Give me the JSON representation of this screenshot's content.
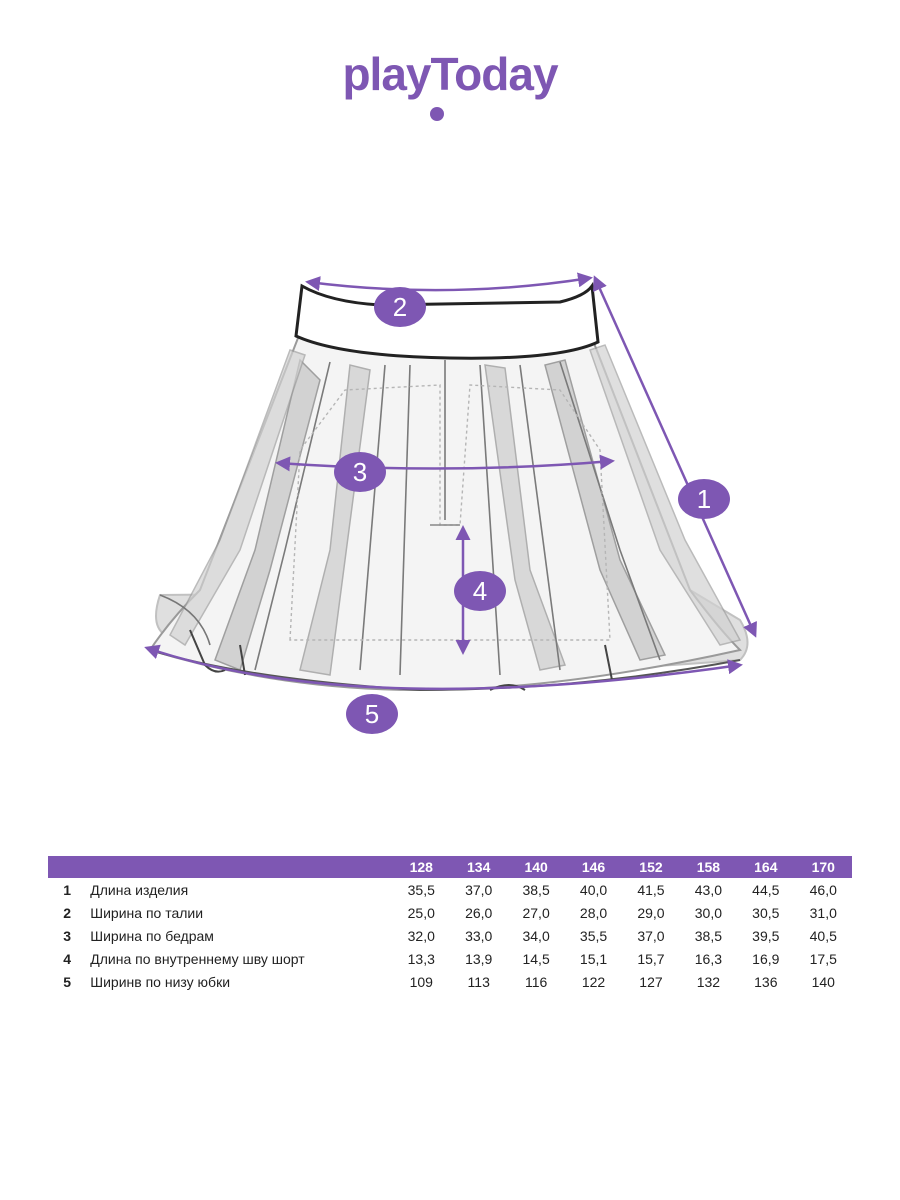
{
  "brand": {
    "name": "playToday",
    "color": "#7e57b3"
  },
  "callouts": [
    "1",
    "2",
    "3",
    "4",
    "5"
  ],
  "table": {
    "sizes": [
      "128",
      "134",
      "140",
      "146",
      "152",
      "158",
      "164",
      "170"
    ],
    "rows": [
      {
        "num": "1",
        "label": "Длина изделия",
        "values": [
          "35,5",
          "37,0",
          "38,5",
          "40,0",
          "41,5",
          "43,0",
          "44,5",
          "46,0"
        ]
      },
      {
        "num": "2",
        "label": "Ширина по талии",
        "values": [
          "25,0",
          "26,0",
          "27,0",
          "28,0",
          "29,0",
          "30,0",
          "30,5",
          "31,0"
        ]
      },
      {
        "num": "3",
        "label": "Ширина по бедрам",
        "values": [
          "32,0",
          "33,0",
          "34,0",
          "35,5",
          "37,0",
          "38,5",
          "39,5",
          "40,5"
        ]
      },
      {
        "num": "4",
        "label": "Длина по внутреннему шву шорт",
        "values": [
          "13,3",
          "13,9",
          "14,5",
          "15,1",
          "15,7",
          "16,3",
          "16,9",
          "17,5"
        ]
      },
      {
        "num": "5",
        "label": "Ширинв по низу юбки",
        "values": [
          "109",
          "113",
          "116",
          "122",
          "127",
          "132",
          "136",
          "140"
        ]
      }
    ]
  }
}
